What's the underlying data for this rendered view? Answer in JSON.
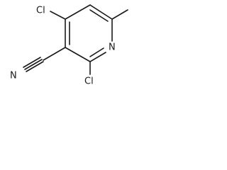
{
  "molecule": {
    "atoms": {
      "cl_top": "Cl",
      "cl_bottom": "Cl",
      "ring_nitrogen": "N",
      "nitrile_nitrogen": "N"
    }
  }
}
